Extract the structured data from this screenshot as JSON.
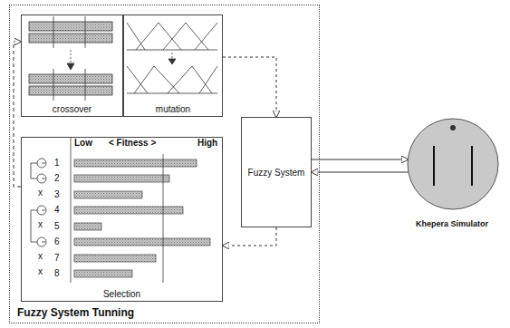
{
  "diagram": {
    "nodes": [
      {
        "text": [
          "Fuzzy System Tunning"
        ]
      },
      {
        "text": [
          "crossover"
        ],
        "in": 0
      },
      {
        "text": [
          "mutation"
        ],
        "in": 0
      },
      {
        "text": [
          "Selection"
        ],
        "in": 0
      },
      {
        "text": [
          "Fuzzy System"
        ],
        "in": 0
      },
      {
        "text": [
          "Khepera Simulator"
        ]
      }
    ],
    "edges": [
      {
        "from": 2,
        "to": 4,
        "arrow": "to"
      },
      {
        "from": 4,
        "to": 3,
        "arrow": "to"
      },
      {
        "from": 3,
        "to": 1,
        "arrow": "to"
      },
      {
        "from": 4,
        "to": 5,
        "arrow": "to"
      },
      {
        "from": 5,
        "to": 4,
        "arrow": "to"
      }
    ],
    "labels": [
      "Low",
      "< Fitness >",
      "High",
      "1",
      "2",
      "x",
      "3",
      "4",
      "x",
      "5",
      "6",
      "x",
      "7",
      "x",
      "8"
    ]
  }
}
